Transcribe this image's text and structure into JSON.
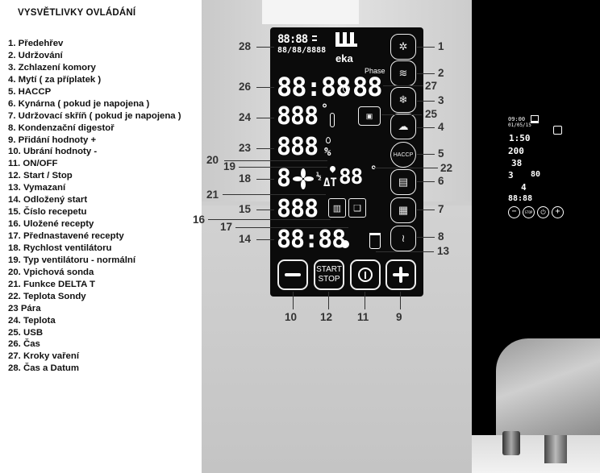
{
  "legend": {
    "title": "VYSVĚTLIVKY OVLÁDÁNÍ",
    "items": [
      "1. Předehřev",
      "2. Udržování",
      "3. Zchlazení komory",
      "4. Mytí ( za příplatek )",
      "5. HACCP",
      "6. Kynárna ( pokud je napojena )",
      "7. Udržovací skříň ( pokud je napojena )",
      "8. Kondenzační digestoř",
      "9. Přidání hodnoty +",
      "10. Ubrání hodnoty -",
      "11. ON/OFF",
      "12. Start / Stop",
      "13. Vymazaní",
      "14. Odložený start",
      "15. Číslo recepetu",
      "16. Uložené recepty",
      "17. Přednastavené recepty",
      "18. Rychlost ventilátoru",
      "19. Typ ventilátoru - normální",
      "20. Vpichová sonda",
      "21. Funkce DELTA T",
      "22. Teplota Sondy",
      "23 Pára",
      "24. Teplota",
      "25. USB",
      "26. Čas",
      "27. Kroky vaření",
      "28. Čas a Datum"
    ]
  },
  "callouts": {
    "c1": "1",
    "c2": "2",
    "c3": "3",
    "c4": "4",
    "c5": "5",
    "c6": "6",
    "c7": "7",
    "c8": "8",
    "c9": "9",
    "c10": "10",
    "c11": "11",
    "c12": "12",
    "c13": "13",
    "c14": "14",
    "c15": "15",
    "c16": "16",
    "c17": "17",
    "c18": "18",
    "c19": "19",
    "c20": "20",
    "c21": "21",
    "c22": "22",
    "c23": "23",
    "c24": "24",
    "c25": "25",
    "c26": "26",
    "c27": "27",
    "c28": "28"
  },
  "display": {
    "clock": "88:88",
    "date": "88/88/8888",
    "brand": "eka",
    "phase_label": "Phase",
    "time": "88:88",
    "steps": "88",
    "temp": "888",
    "temp_unit": "°",
    "steam": "888",
    "steam_unit": "%",
    "fan_half": "½",
    "probe": "88",
    "probe_unit": "°",
    "delta": "ΔT",
    "recipe": "888",
    "delay": "88:88",
    "start_label": "START",
    "stop_label": "STOP"
  },
  "icons": {
    "c1": "preheat-icon",
    "c2": "hold-icon",
    "c3": "chamber-cooling-icon",
    "c4": "washing-icon",
    "c5": "haccp-icon",
    "c6": "proofer-icon",
    "c7": "holding-cabinet-icon",
    "c8": "condensing-hood-icon"
  },
  "mini_display": {
    "clock": "09:00",
    "date": "01/05/15",
    "time": "1:50",
    "temp": "200",
    "steam": "38",
    "fan": "3",
    "probe": "80",
    "recipe": "4",
    "delay": "88:88",
    "stop": "STOP"
  },
  "haccp_label": "HACCP"
}
